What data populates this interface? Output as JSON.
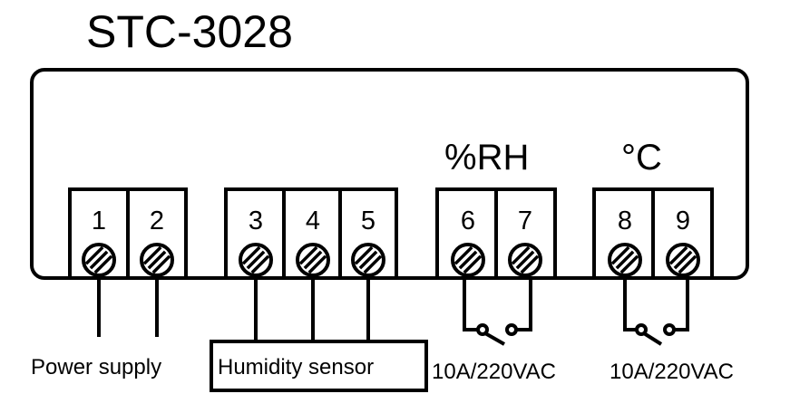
{
  "title": "STC-3028",
  "channels": {
    "humidity": "%RH",
    "temperature": "°C"
  },
  "terminals": [
    "1",
    "2",
    "3",
    "4",
    "5",
    "6",
    "7",
    "8",
    "9"
  ],
  "labels": {
    "power": "Power supply",
    "sensor": "Humidity sensor",
    "relay_rh": "10A/220VAC",
    "relay_temp": "10A/220VAC"
  },
  "colors": {
    "stroke": "#000000",
    "background": "#ffffff"
  }
}
